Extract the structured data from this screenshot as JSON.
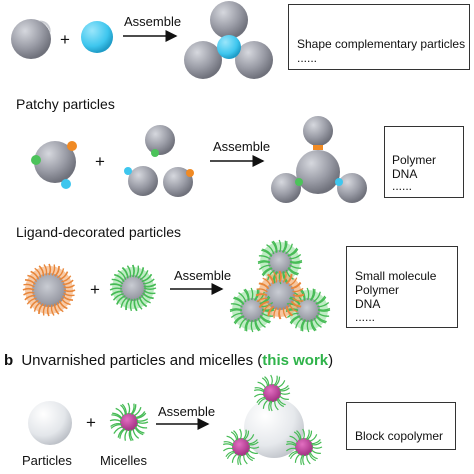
{
  "colors": {
    "gray_particle": "#9a9ca6",
    "cyan_particle": "#3ec6ee",
    "orange_patch": "#f08a24",
    "green_patch": "#4cc35a",
    "magenta_core": "#c0399b",
    "highlight_green": "#2fb34a"
  },
  "row1": {
    "plus": "+",
    "arrow_label": "Assemble",
    "legend": {
      "line1": "Shape complementary particles",
      "line2": "......"
    }
  },
  "row2": {
    "title": "Patchy particles",
    "plus": "+",
    "arrow_label": "Assemble",
    "legend": {
      "line1": "Polymer",
      "line2": "DNA",
      "line3": "......"
    }
  },
  "row3": {
    "title": "Ligand-decorated particles",
    "plus": "+",
    "arrow_label": "Assemble",
    "legend": {
      "line1": "Small molecule",
      "line2": "Polymer",
      "line3": "DNA",
      "line4": "......"
    }
  },
  "row4": {
    "panel_letter": "b",
    "title_main": "Unvarnished particles and micelles (",
    "title_highlight": "this work",
    "title_end": ")",
    "plus": "+",
    "arrow_label": "Assemble",
    "label_particles": "Particles",
    "label_micelles": "Micelles",
    "legend": {
      "line1": "Block copolymer"
    }
  }
}
